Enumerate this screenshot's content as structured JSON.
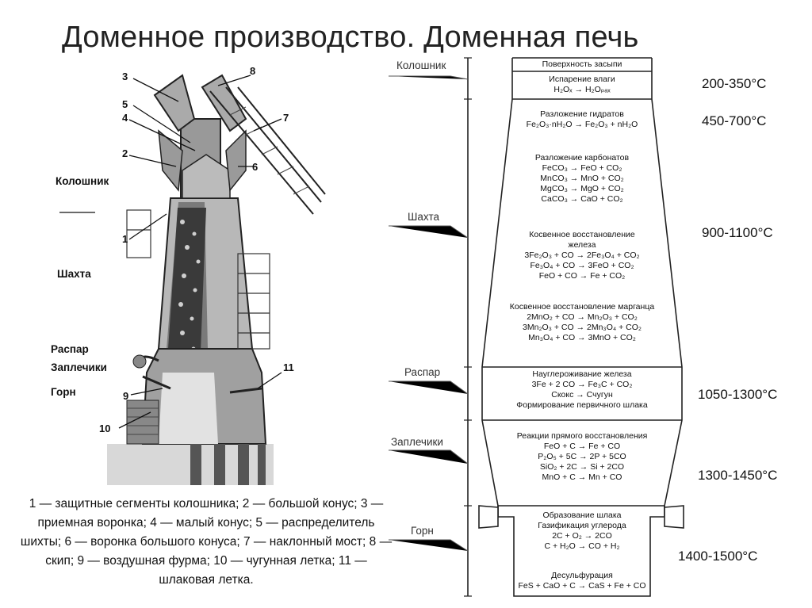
{
  "title": "Доменное производство. Доменная печь",
  "left_figure": {
    "labels": {
      "koloshnik": "Колошник",
      "shakhta": "Шахта",
      "raspar": "Распар",
      "zaplechiki": "Заплечики",
      "gorn": "Горн"
    },
    "numbers": [
      "1",
      "2",
      "3",
      "4",
      "5",
      "6",
      "7",
      "8",
      "9",
      "10",
      "11"
    ],
    "caption": "1 — защитные сегменты колошника; 2 — большой конус; 3 — приемная воронка; 4 — малый конус; 5 — распределитель шихты; 6 — воронка большого конуса; 7 — наклонный мост; 8 — скип; 9 — воздушная фурма; 10 — чугунная летка; 11 — шлаковая летка."
  },
  "right_figure": {
    "zones": {
      "koloshnik": "Колошник",
      "shakhta": "Шахта",
      "raspar": "Распар",
      "zaplechiki": "Заплечики",
      "gorn": "Горн"
    },
    "temperatures": [
      "200-350°C",
      "450-700°C",
      "900-1100°C",
      "1050-1300°C",
      "1300-1450°C",
      "1400-1500°C"
    ],
    "sections": {
      "surface": {
        "header": "Поверхность засыпи"
      },
      "moisture": {
        "header": "Испарение влаги",
        "formulas": [
          "H₂Oₓ → H₂Oₚₐₓ"
        ]
      },
      "hydrates": {
        "header": "Разложение гидратов",
        "formulas": [
          "Fe₂O₃·nH₂O → Fe₂O₃ + nH₂O"
        ]
      },
      "carbonates": {
        "header": "Разложение карбонатов",
        "formulas": [
          "FeCO₃ → FeO + CO₂",
          "MnCO₃ → MnO + CO₂",
          "MgCO₃ → MgO + CO₂",
          "CaCO₃ → CaO + CO₂"
        ]
      },
      "indirect_fe": {
        "header": "Косвенное восстановление",
        "header2": "железа",
        "formulas": [
          "3Fe₂O₃ + CO → 2Fe₃O₄ + CO₂",
          "Fe₃O₄ + CO → 3FeO + CO₂",
          "FeO + CO → Fe + CO₂"
        ]
      },
      "indirect_mn": {
        "header": "Косвенное восстановление марганца",
        "formulas": [
          "2MnO₂ + CO → Mn₂O₃ + CO₂",
          "3Mn₂O₃ + CO → 2Mn₃O₄ + CO₂",
          "Mn₃O₄ + CO → 3MnO + CO₂"
        ]
      },
      "carburization": {
        "header": "Науглероживание железа",
        "formulas": [
          "3Fe + 2 CO → Fe₃C + CO₂",
          "Cкокс → Счугун"
        ],
        "footer": "Формирование первичного шлака"
      },
      "direct": {
        "header": "Реакции прямого восстановления",
        "formulas": [
          "FeO + C → Fe + CO",
          "P₂O₅ + 5C → 2P + 5CO",
          "SiO₂ + 2C → Si + 2CO",
          "MnO + C → Mn + CO"
        ]
      },
      "slag": {
        "header": "Образование шлака",
        "header2": "Газификация углерода",
        "formulas": [
          "2C + O₂ → 2CO",
          "C + H₂O → CO + H₂"
        ]
      },
      "desulf": {
        "header": "Десульфурация",
        "formulas": [
          "FeS + CaO + C → CaS + Fe + CO"
        ]
      }
    }
  }
}
